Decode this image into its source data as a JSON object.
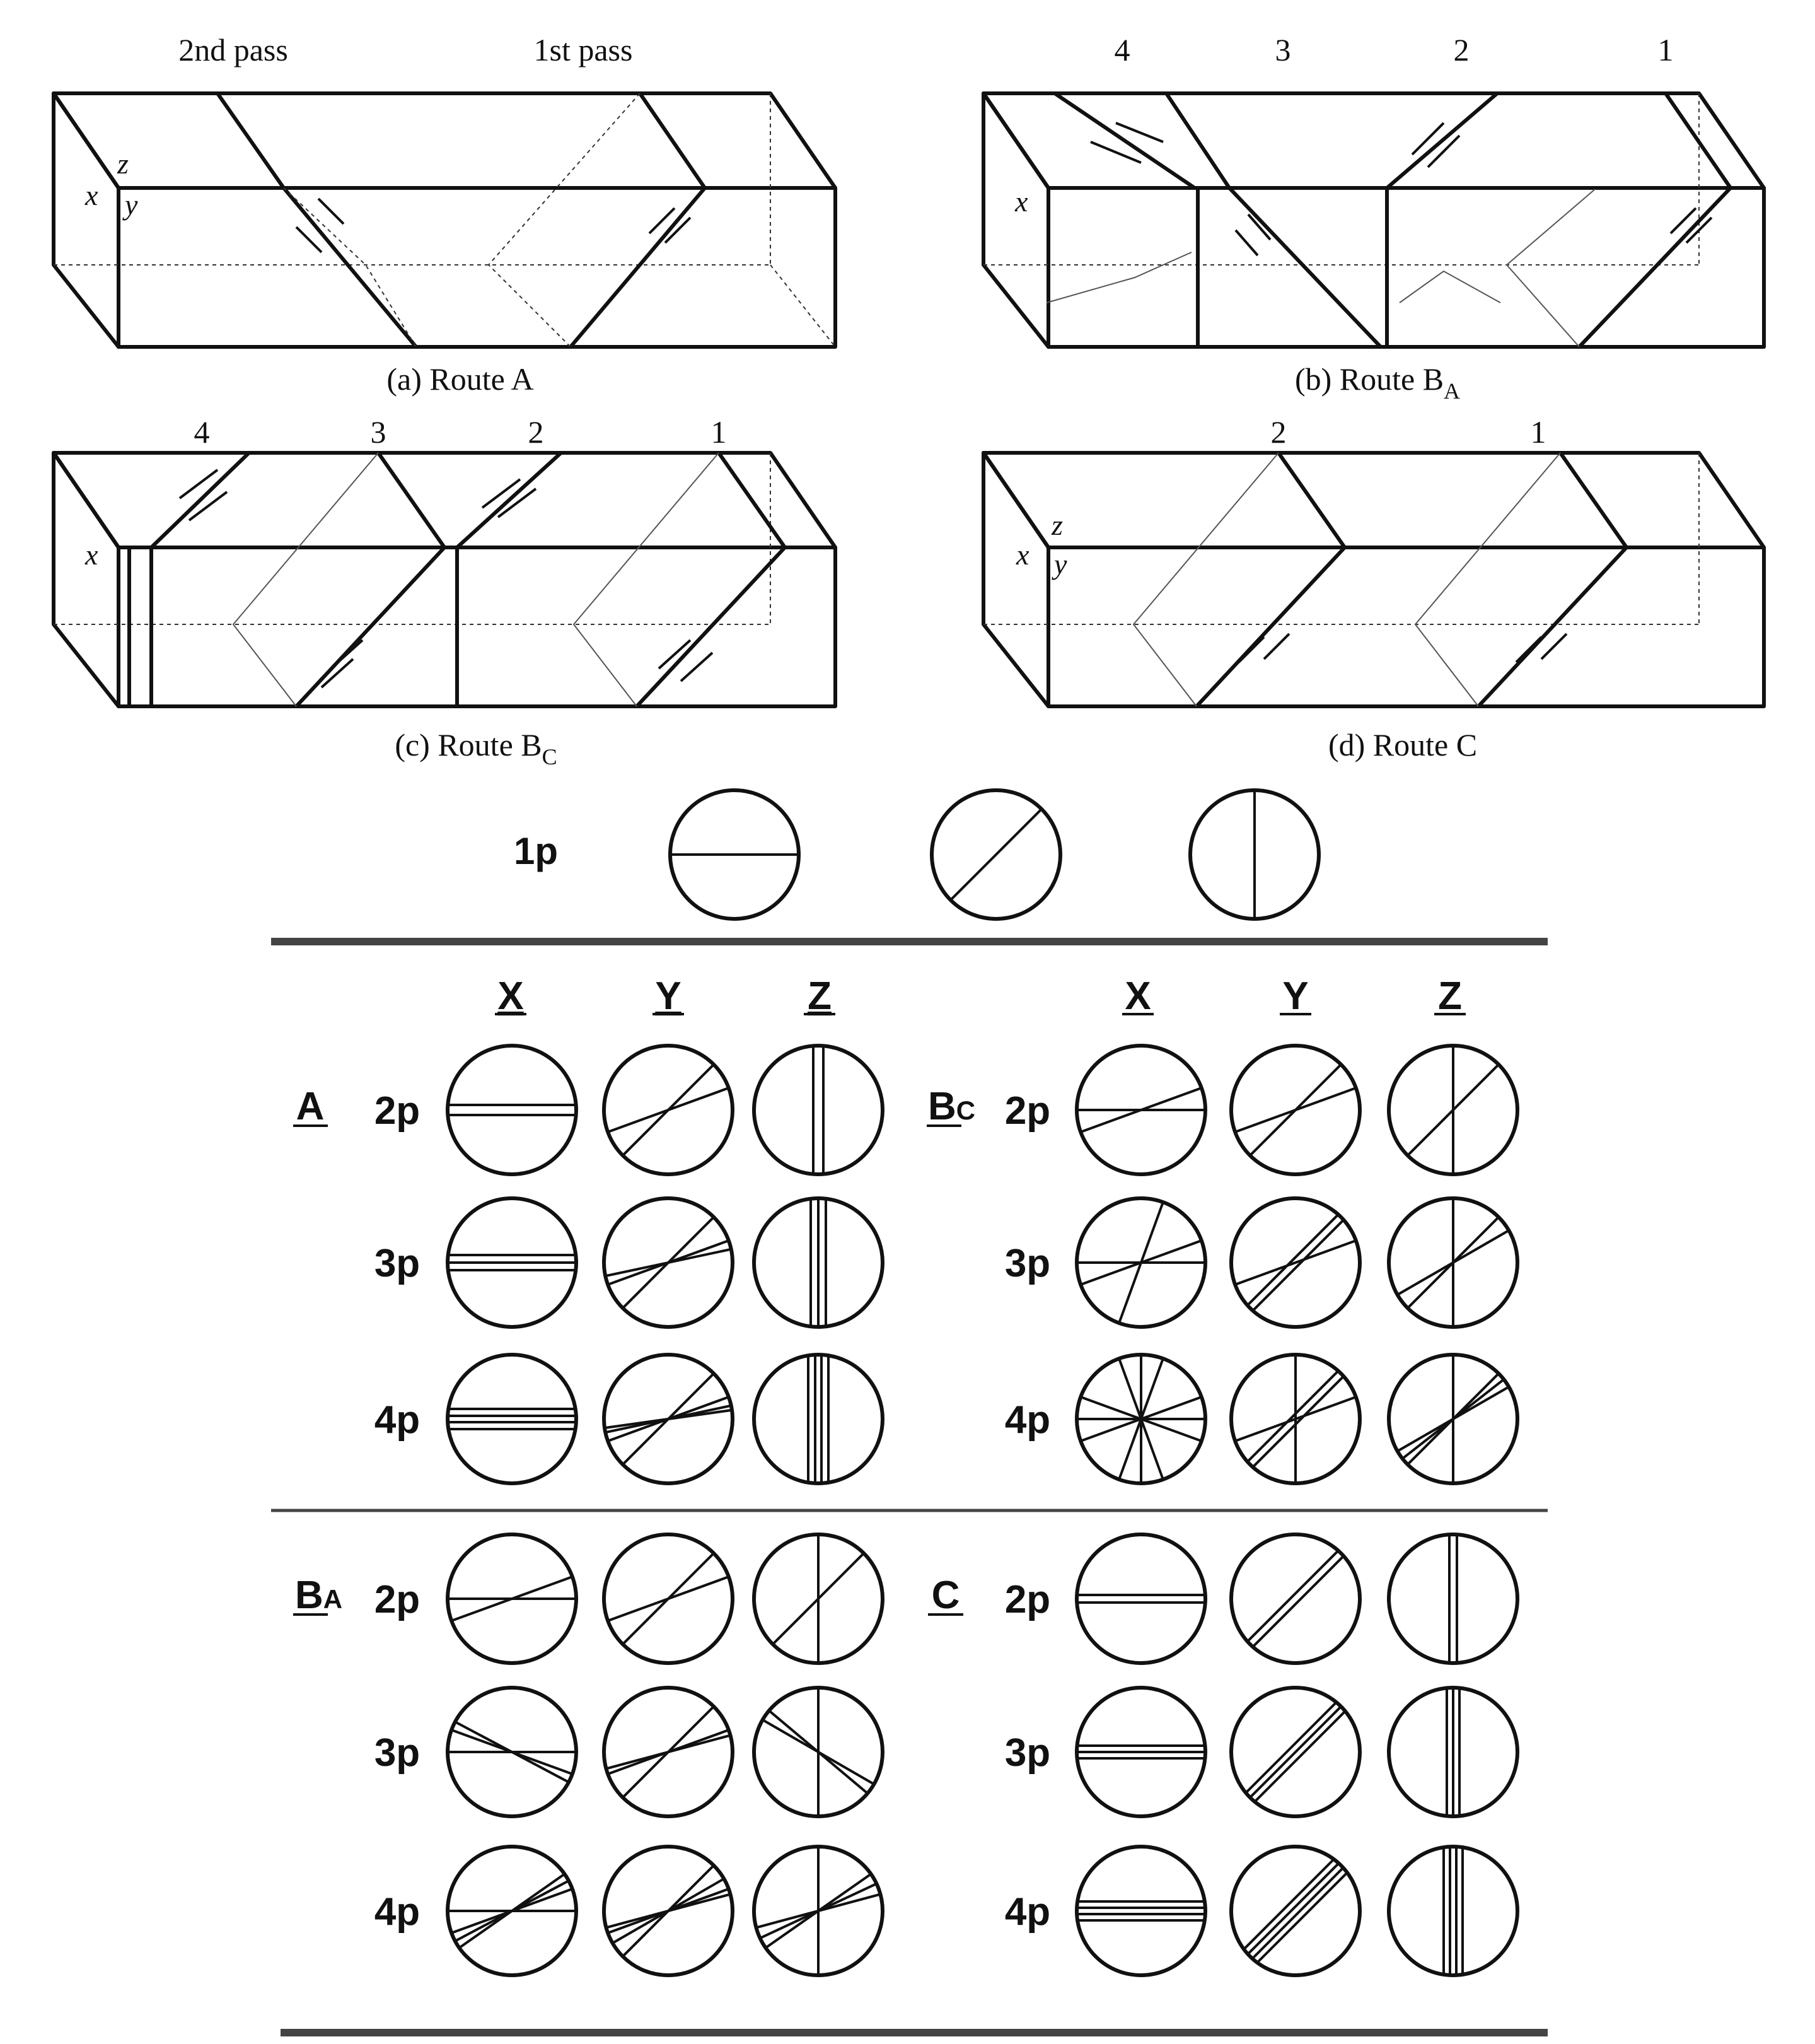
{
  "figure": {
    "route_a": {
      "pass_labels": [
        "2nd pass",
        "1st pass"
      ],
      "axes": {
        "x": "x",
        "y": "y",
        "z": "z"
      },
      "caption": "(a) Route A"
    },
    "route_ba": {
      "pass_labels": [
        "4",
        "3",
        "2",
        "1"
      ],
      "axes": {
        "x": "x"
      },
      "caption": "(b) Route B",
      "caption_sub": "A"
    },
    "route_bc": {
      "pass_labels": [
        "4",
        "3",
        "2",
        "1"
      ],
      "axes": {
        "x": "x"
      },
      "caption": "(c) Route B",
      "caption_sub": "C"
    },
    "route_c": {
      "pass_labels": [
        "2",
        "1"
      ],
      "axes": {
        "x": "x",
        "y": "y",
        "z": "z"
      },
      "caption": "(d) Route C"
    },
    "first_pass": {
      "label": "1p",
      "lines": [
        [
          [
            0,
            0
          ]
        ],
        [
          [
            45,
            0
          ]
        ],
        [
          [
            90,
            0
          ]
        ]
      ]
    },
    "planes_header": [
      "X",
      "Y",
      "Z"
    ],
    "routes": [
      {
        "label": "A",
        "sub": "",
        "passes": [
          {
            "label": "2p",
            "cells": [
              [
                [
                  0,
                  -8
                ],
                [
                  0,
                  8
                ]
              ],
              [
                [
                  20,
                  0
                ],
                [
                  45,
                  0
                ]
              ],
              [
                [
                  90,
                  -8
                ],
                [
                  90,
                  8
                ]
              ]
            ]
          },
          {
            "label": "3p",
            "cells": [
              [
                [
                  0,
                  -12
                ],
                [
                  0,
                  0
                ],
                [
                  0,
                  12
                ]
              ],
              [
                [
                  12,
                  0
                ],
                [
                  20,
                  0
                ],
                [
                  45,
                  0
                ]
              ],
              [
                [
                  90,
                  -12
                ],
                [
                  90,
                  0
                ],
                [
                  90,
                  12
                ]
              ]
            ]
          },
          {
            "label": "4p",
            "cells": [
              [
                [
                  0,
                  -16
                ],
                [
                  0,
                  -5
                ],
                [
                  0,
                  5
                ],
                [
                  0,
                  16
                ]
              ],
              [
                [
                  8,
                  0
                ],
                [
                  12,
                  0
                ],
                [
                  20,
                  0
                ],
                [
                  45,
                  0
                ]
              ],
              [
                [
                  90,
                  -16
                ],
                [
                  90,
                  -5
                ],
                [
                  90,
                  5
                ],
                [
                  90,
                  16
                ]
              ]
            ]
          }
        ]
      },
      {
        "label": "B",
        "sub": "C",
        "passes": [
          {
            "label": "2p",
            "cells": [
              [
                [
                  0,
                  0
                ],
                [
                  20,
                  0
                ]
              ],
              [
                [
                  20,
                  0
                ],
                [
                  45,
                  0
                ]
              ],
              [
                [
                  90,
                  0
                ],
                [
                  45,
                  0
                ]
              ]
            ]
          },
          {
            "label": "3p",
            "cells": [
              [
                [
                  0,
                  0
                ],
                [
                  20,
                  0
                ],
                [
                  70,
                  0
                ]
              ],
              [
                [
                  20,
                  0
                ],
                [
                  45,
                  -6
                ],
                [
                  45,
                  6
                ]
              ],
              [
                [
                  90,
                  0
                ],
                [
                  30,
                  0
                ],
                [
                  45,
                  0
                ]
              ]
            ]
          },
          {
            "label": "4p",
            "cells": [
              [
                [
                  0,
                  0
                ],
                [
                  20,
                  0
                ],
                [
                  70,
                  0
                ],
                [
                  110,
                  0
                ],
                [
                  160,
                  0
                ],
                [
                  90,
                  0
                ]
              ],
              [
                [
                  20,
                  0
                ],
                [
                  45,
                  -6
                ],
                [
                  45,
                  6
                ],
                [
                  90,
                  0
                ]
              ],
              [
                [
                  90,
                  0
                ],
                [
                  30,
                  0
                ],
                [
                  38,
                  0
                ],
                [
                  45,
                  0
                ]
              ]
            ]
          }
        ]
      },
      {
        "label": "B",
        "sub": "A",
        "passes": [
          {
            "label": "2p",
            "cells": [
              [
                [
                  0,
                  0
                ],
                [
                  20,
                  0
                ]
              ],
              [
                [
                  20,
                  0
                ],
                [
                  45,
                  0
                ]
              ],
              [
                [
                  90,
                  0
                ],
                [
                  45,
                  0
                ]
              ]
            ]
          },
          {
            "label": "3p",
            "cells": [
              [
                [
                  0,
                  0
                ],
                [
                  160,
                  0
                ],
                [
                  152,
                  0
                ]
              ],
              [
                [
                  15,
                  0
                ],
                [
                  20,
                  0
                ],
                [
                  45,
                  0
                ]
              ],
              [
                [
                  90,
                  0
                ],
                [
                  140,
                  0
                ],
                [
                  150,
                  0
                ]
              ]
            ]
          },
          {
            "label": "4p",
            "cells": [
              [
                [
                  0,
                  0
                ],
                [
                  20,
                  0
                ],
                [
                  28,
                  0
                ],
                [
                  35,
                  0
                ]
              ],
              [
                [
                  15,
                  0
                ],
                [
                  20,
                  0
                ],
                [
                  30,
                  0
                ],
                [
                  45,
                  0
                ]
              ],
              [
                [
                  90,
                  0
                ],
                [
                  15,
                  0
                ],
                [
                  25,
                  0
                ],
                [
                  35,
                  0
                ]
              ]
            ]
          }
        ]
      },
      {
        "label": "C",
        "sub": "",
        "passes": [
          {
            "label": "2p",
            "cells": [
              [
                [
                  0,
                  -6
                ],
                [
                  0,
                  6
                ]
              ],
              [
                [
                  45,
                  -6
                ],
                [
                  45,
                  6
                ]
              ],
              [
                [
                  90,
                  -6
                ],
                [
                  90,
                  6
                ]
              ]
            ]
          },
          {
            "label": "3p",
            "cells": [
              [
                [
                  0,
                  -10
                ],
                [
                  0,
                  0
                ],
                [
                  0,
                  10
                ]
              ],
              [
                [
                  45,
                  -10
                ],
                [
                  45,
                  0
                ],
                [
                  45,
                  10
                ]
              ],
              [
                [
                  90,
                  -10
                ],
                [
                  90,
                  0
                ],
                [
                  90,
                  10
                ]
              ]
            ]
          },
          {
            "label": "4p",
            "cells": [
              [
                [
                  0,
                  -15
                ],
                [
                  0,
                  -5
                ],
                [
                  0,
                  5
                ],
                [
                  0,
                  15
                ]
              ],
              [
                [
                  45,
                  -15
                ],
                [
                  45,
                  -5
                ],
                [
                  45,
                  5
                ],
                [
                  45,
                  15
                ]
              ],
              [
                [
                  90,
                  -15
                ],
                [
                  90,
                  -5
                ],
                [
                  90,
                  5
                ],
                [
                  90,
                  15
                ]
              ]
            ]
          }
        ]
      }
    ]
  }
}
